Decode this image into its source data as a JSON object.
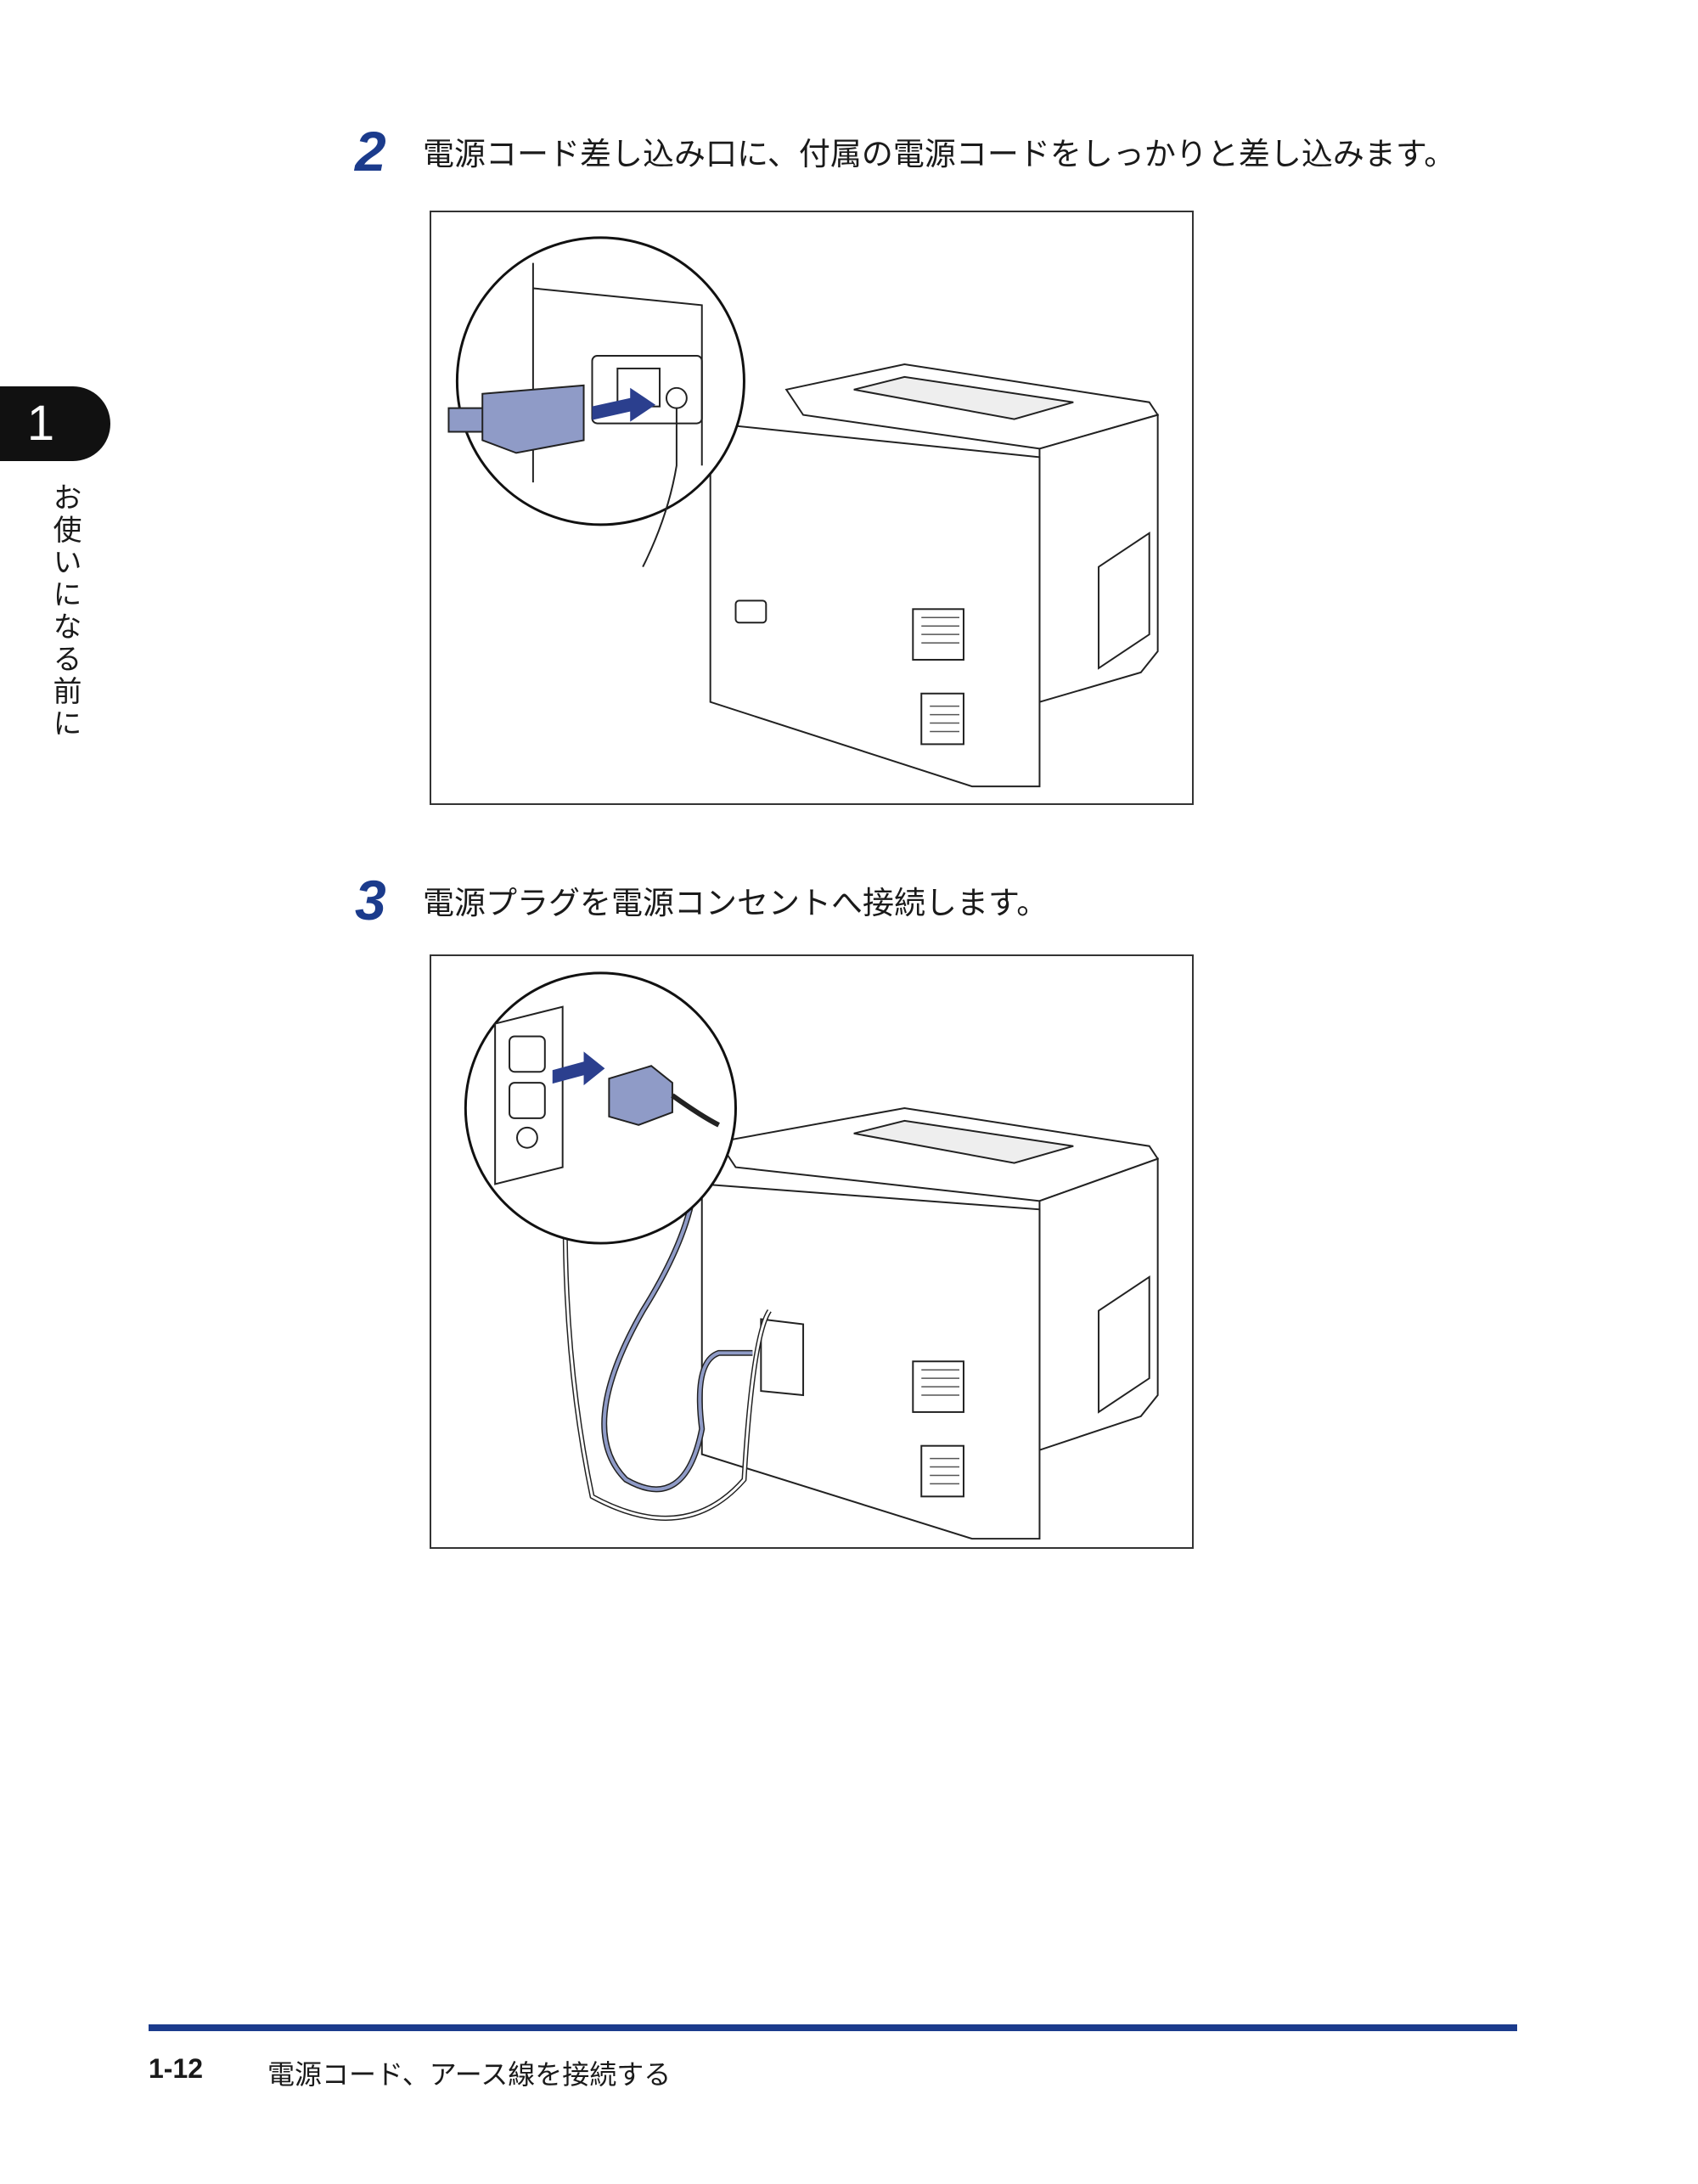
{
  "chapter": {
    "number": "1",
    "title": "お使いになる前に"
  },
  "steps": [
    {
      "number": "2",
      "text": "電源コード差し込み口に、付属の電源コードをしっかりと差し込みます。"
    },
    {
      "number": "3",
      "text": "電源プラグを電源コンセントへ接続します。"
    }
  ],
  "footer": {
    "page": "1-12",
    "title": "電源コード、アース線を接続する"
  },
  "colors": {
    "accent": "#1b3b8c",
    "cord": "#8f9bc7",
    "arrow": "#2b3f8e"
  }
}
